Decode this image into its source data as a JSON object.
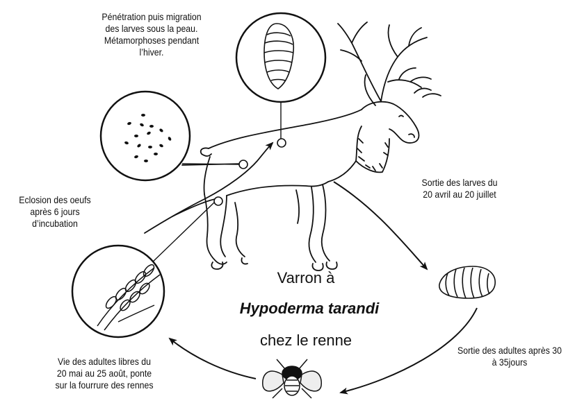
{
  "diagram": {
    "title_line1": "Varron à",
    "title_line2": "Hypoderma tarandi",
    "title_line3": "chez le renne",
    "labels": {
      "penetration": [
        "Pénétration puis migration",
        "des larves sous la peau.",
        "Métamorphoses pendant",
        "l’hiver."
      ],
      "eclosion": [
        "Eclosion des oeufs",
        "après 6 jours",
        "d’incubation"
      ],
      "sortie_larves": [
        "Sortie des larves du",
        "20 avril au 20 juillet"
      ],
      "sortie_adultes": [
        "Sortie des adultes après 30",
        "à 35jours"
      ],
      "vie_adultes": [
        "Vie des adultes libres du",
        "20 mai au 25 août, ponte",
        "sur la fourrure des rennes"
      ]
    },
    "stages": [
      "larva-in-skin",
      "eggs-hatching",
      "eggs-on-fur",
      "larva-pupa",
      "adult-fly"
    ]
  }
}
